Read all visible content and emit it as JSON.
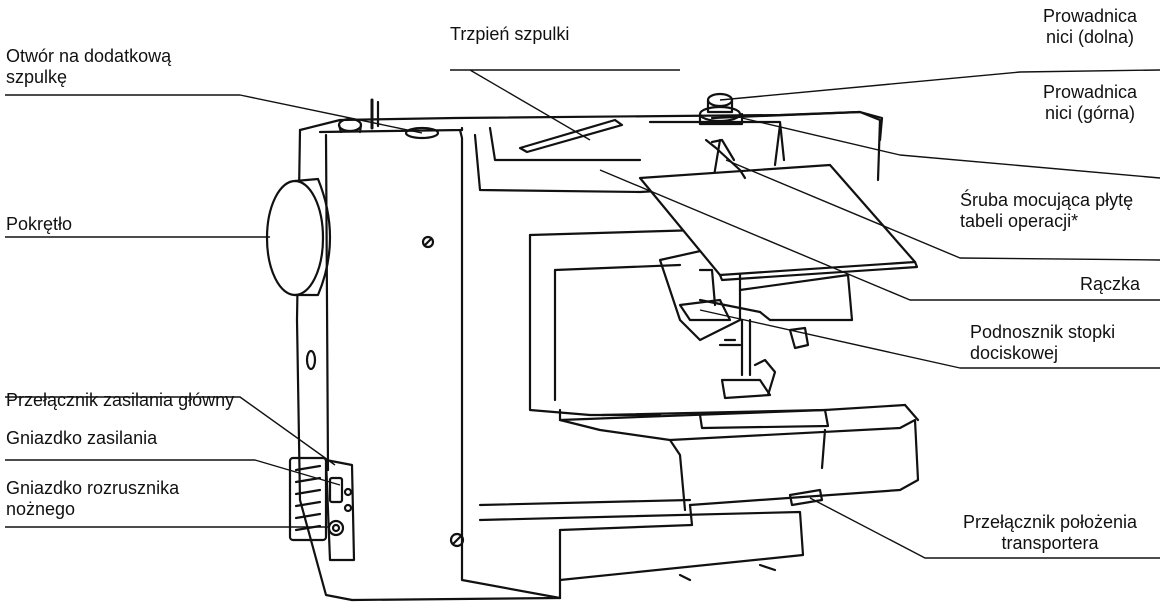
{
  "labels": {
    "bobbin_hole": [
      "Otwór na dodatkową",
      "szpulkę"
    ],
    "spool_pin": "Trzpień szpulki",
    "thread_guide_lower": [
      "Prowadnica",
      "nici (dolna)"
    ],
    "thread_guide_upper": [
      "Prowadnica",
      "nici (górna)"
    ],
    "handwheel": "Pokrętło",
    "screw_plate": [
      "Śruba mocująca płytę",
      "tabeli operacji*"
    ],
    "handle": "Rączka",
    "presser_lifter": [
      "Podnosznik stopki",
      "dociskowej"
    ],
    "main_power": "Przełącznik zasilania główny",
    "power_socket": "Gniazdko zasilania",
    "foot_socket": [
      "Gniazdko rozrusznika",
      "nożnego"
    ],
    "feed_switch": [
      "Przełącznik położenia",
      "transportera"
    ]
  }
}
